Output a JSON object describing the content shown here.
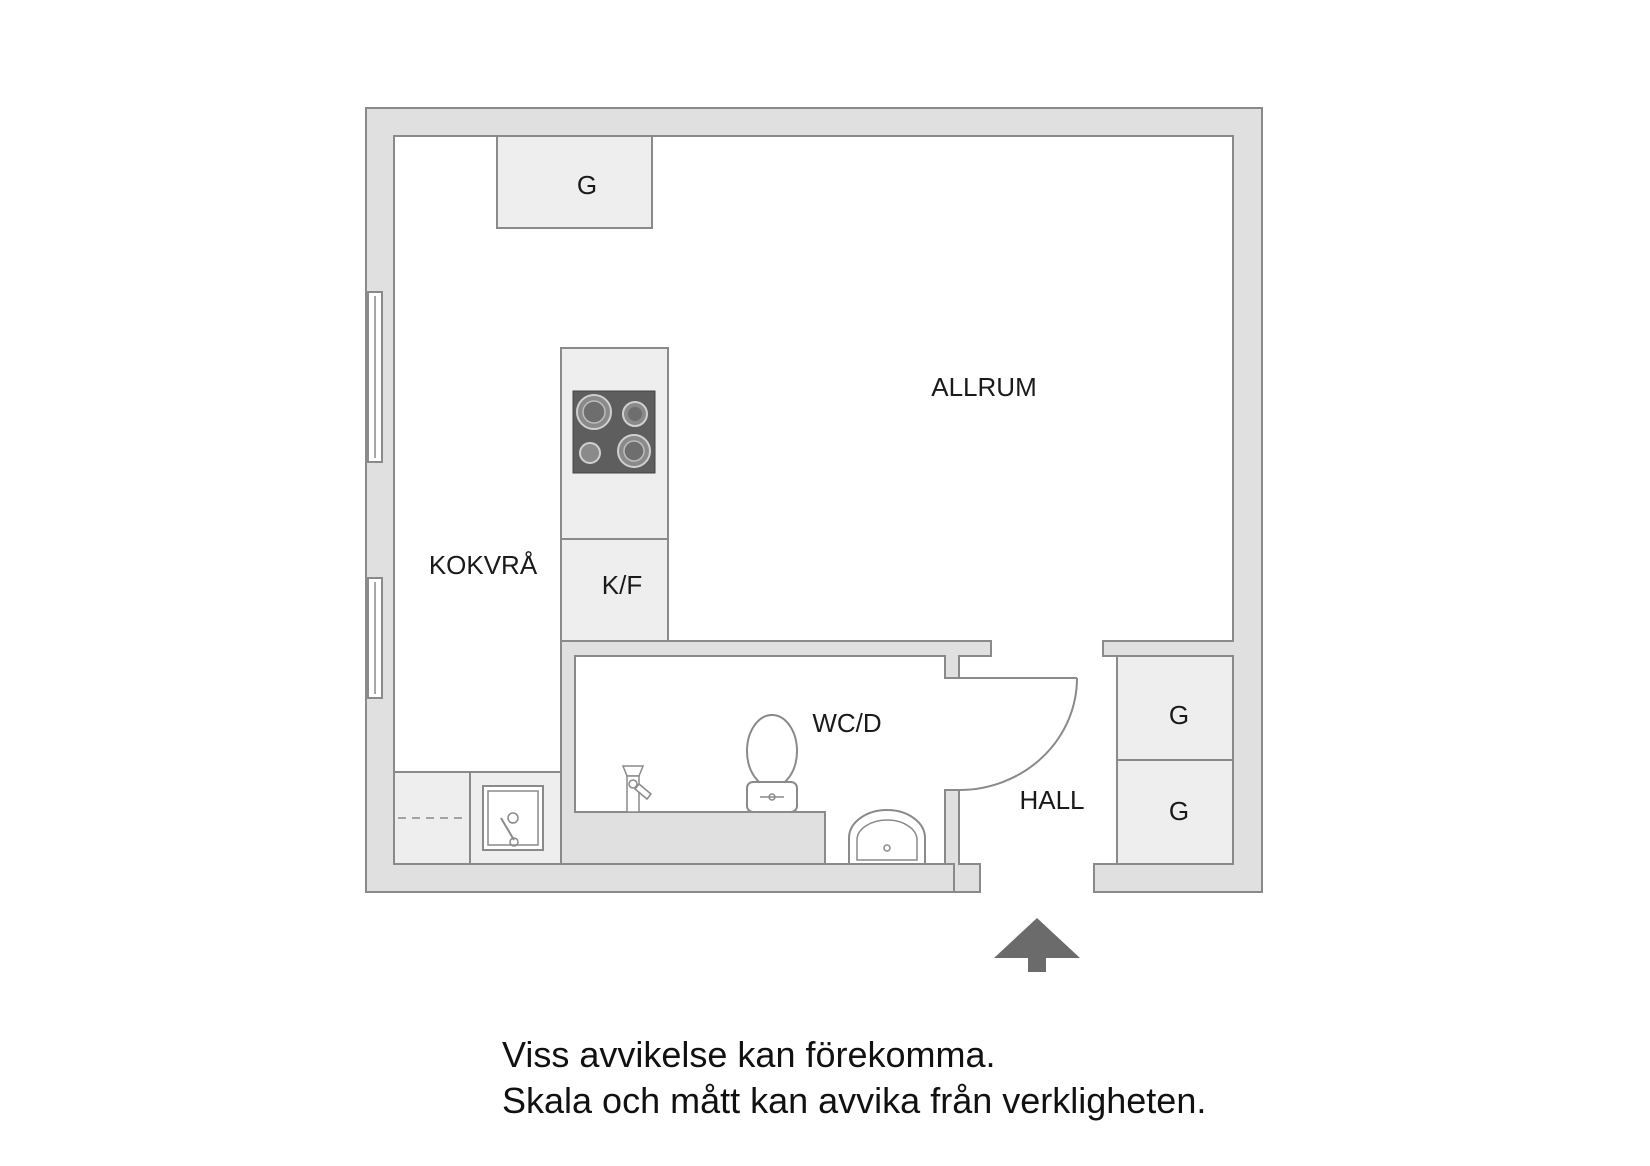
{
  "rooms": {
    "allrum": "ALLRUM",
    "kokvra": "KOKVRÅ",
    "wc": "WC/D",
    "hall": "HALL"
  },
  "fixtures": {
    "wardrobe_top": "G",
    "fridge_freezer": "K/F",
    "wardrobe_hall_1": "G",
    "wardrobe_hall_2": "G"
  },
  "disclaimer": {
    "line1": "Viss avvikelse kan förekomma.",
    "line2": "Skala och mått kan avvika från verkligheten."
  },
  "colors": {
    "wall": "#e0e0e0",
    "outline": "#8a8a8a",
    "hob": "#5e5e5e",
    "arrow": "#6b6b6b"
  }
}
